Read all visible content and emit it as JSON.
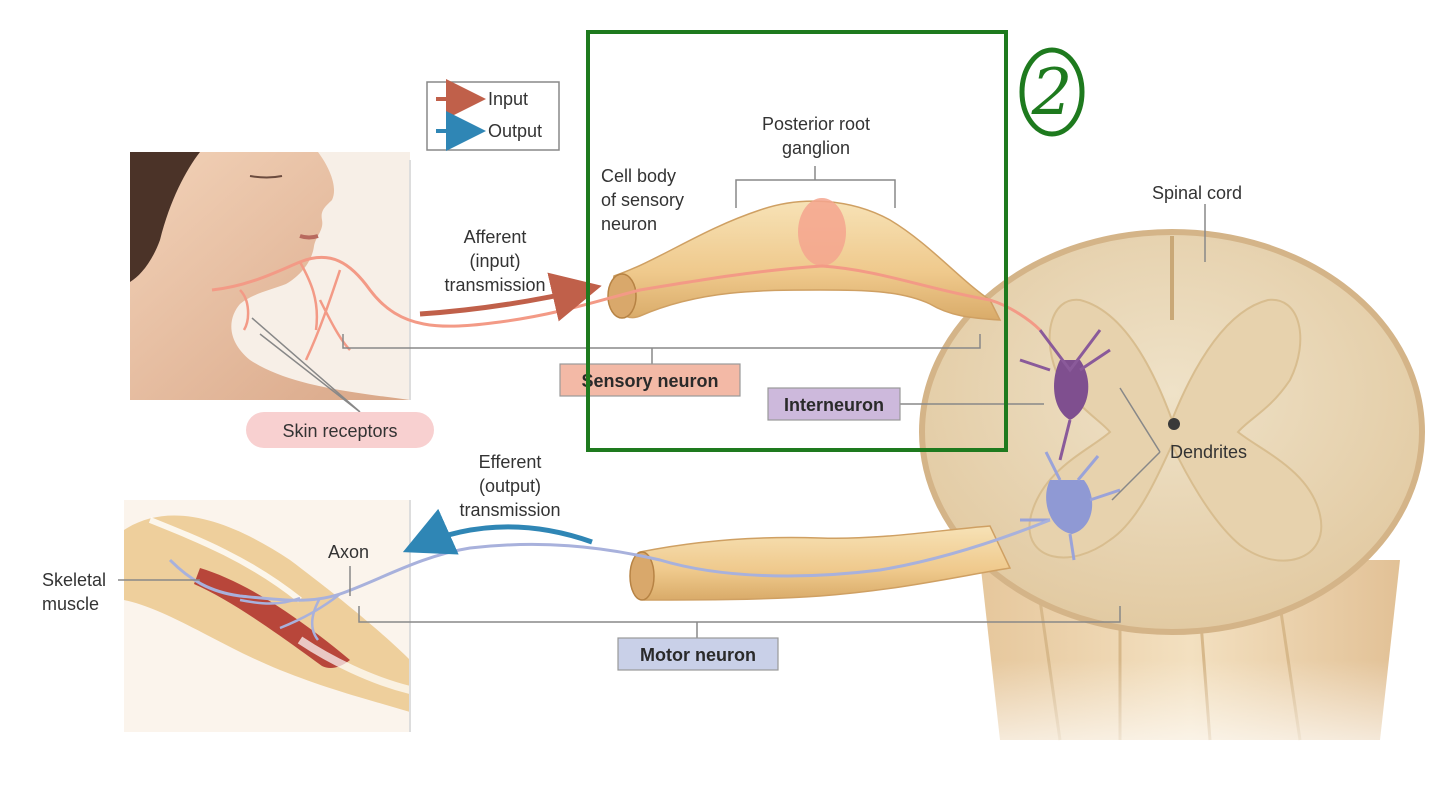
{
  "legend": {
    "input_label": "Input",
    "output_label": "Output"
  },
  "labels": {
    "posterior_root_ganglion_line1": "Posterior root",
    "posterior_root_ganglion_line2": "ganglion",
    "cell_body_line1": "Cell body",
    "cell_body_line2": "of sensory",
    "cell_body_line3": "neuron",
    "afferent_line1": "Afferent",
    "afferent_line2": "(input)",
    "afferent_line3": "transmission",
    "spinal_cord": "Spinal cord",
    "dendrites": "Dendrites",
    "efferent_line1": "Efferent",
    "efferent_line2": "(output)",
    "efferent_line3": "transmission",
    "axon": "Axon",
    "skeletal_muscle_line1": "Skeletal",
    "skeletal_muscle_line2": "muscle"
  },
  "tags": {
    "sensory_neuron": "Sensory neuron",
    "interneuron": "Interneuron",
    "motor_neuron": "Motor neuron",
    "skin_receptors": "Skin receptors"
  },
  "annotation": {
    "number": "2",
    "color": "#1e7a1e"
  },
  "colors": {
    "input_arrow": "#c0604a",
    "output_arrow": "#2f86b5",
    "sensory_tag": "#f3b9a6",
    "interneuron_tag": "#cdb9dc",
    "motor_tag": "#c9d0e8",
    "skin_tag": "#f8d0d0",
    "nerve": "#f0cf96",
    "sensory_fiber": "#f39a86",
    "motor_fiber": "#a8b1dc"
  }
}
